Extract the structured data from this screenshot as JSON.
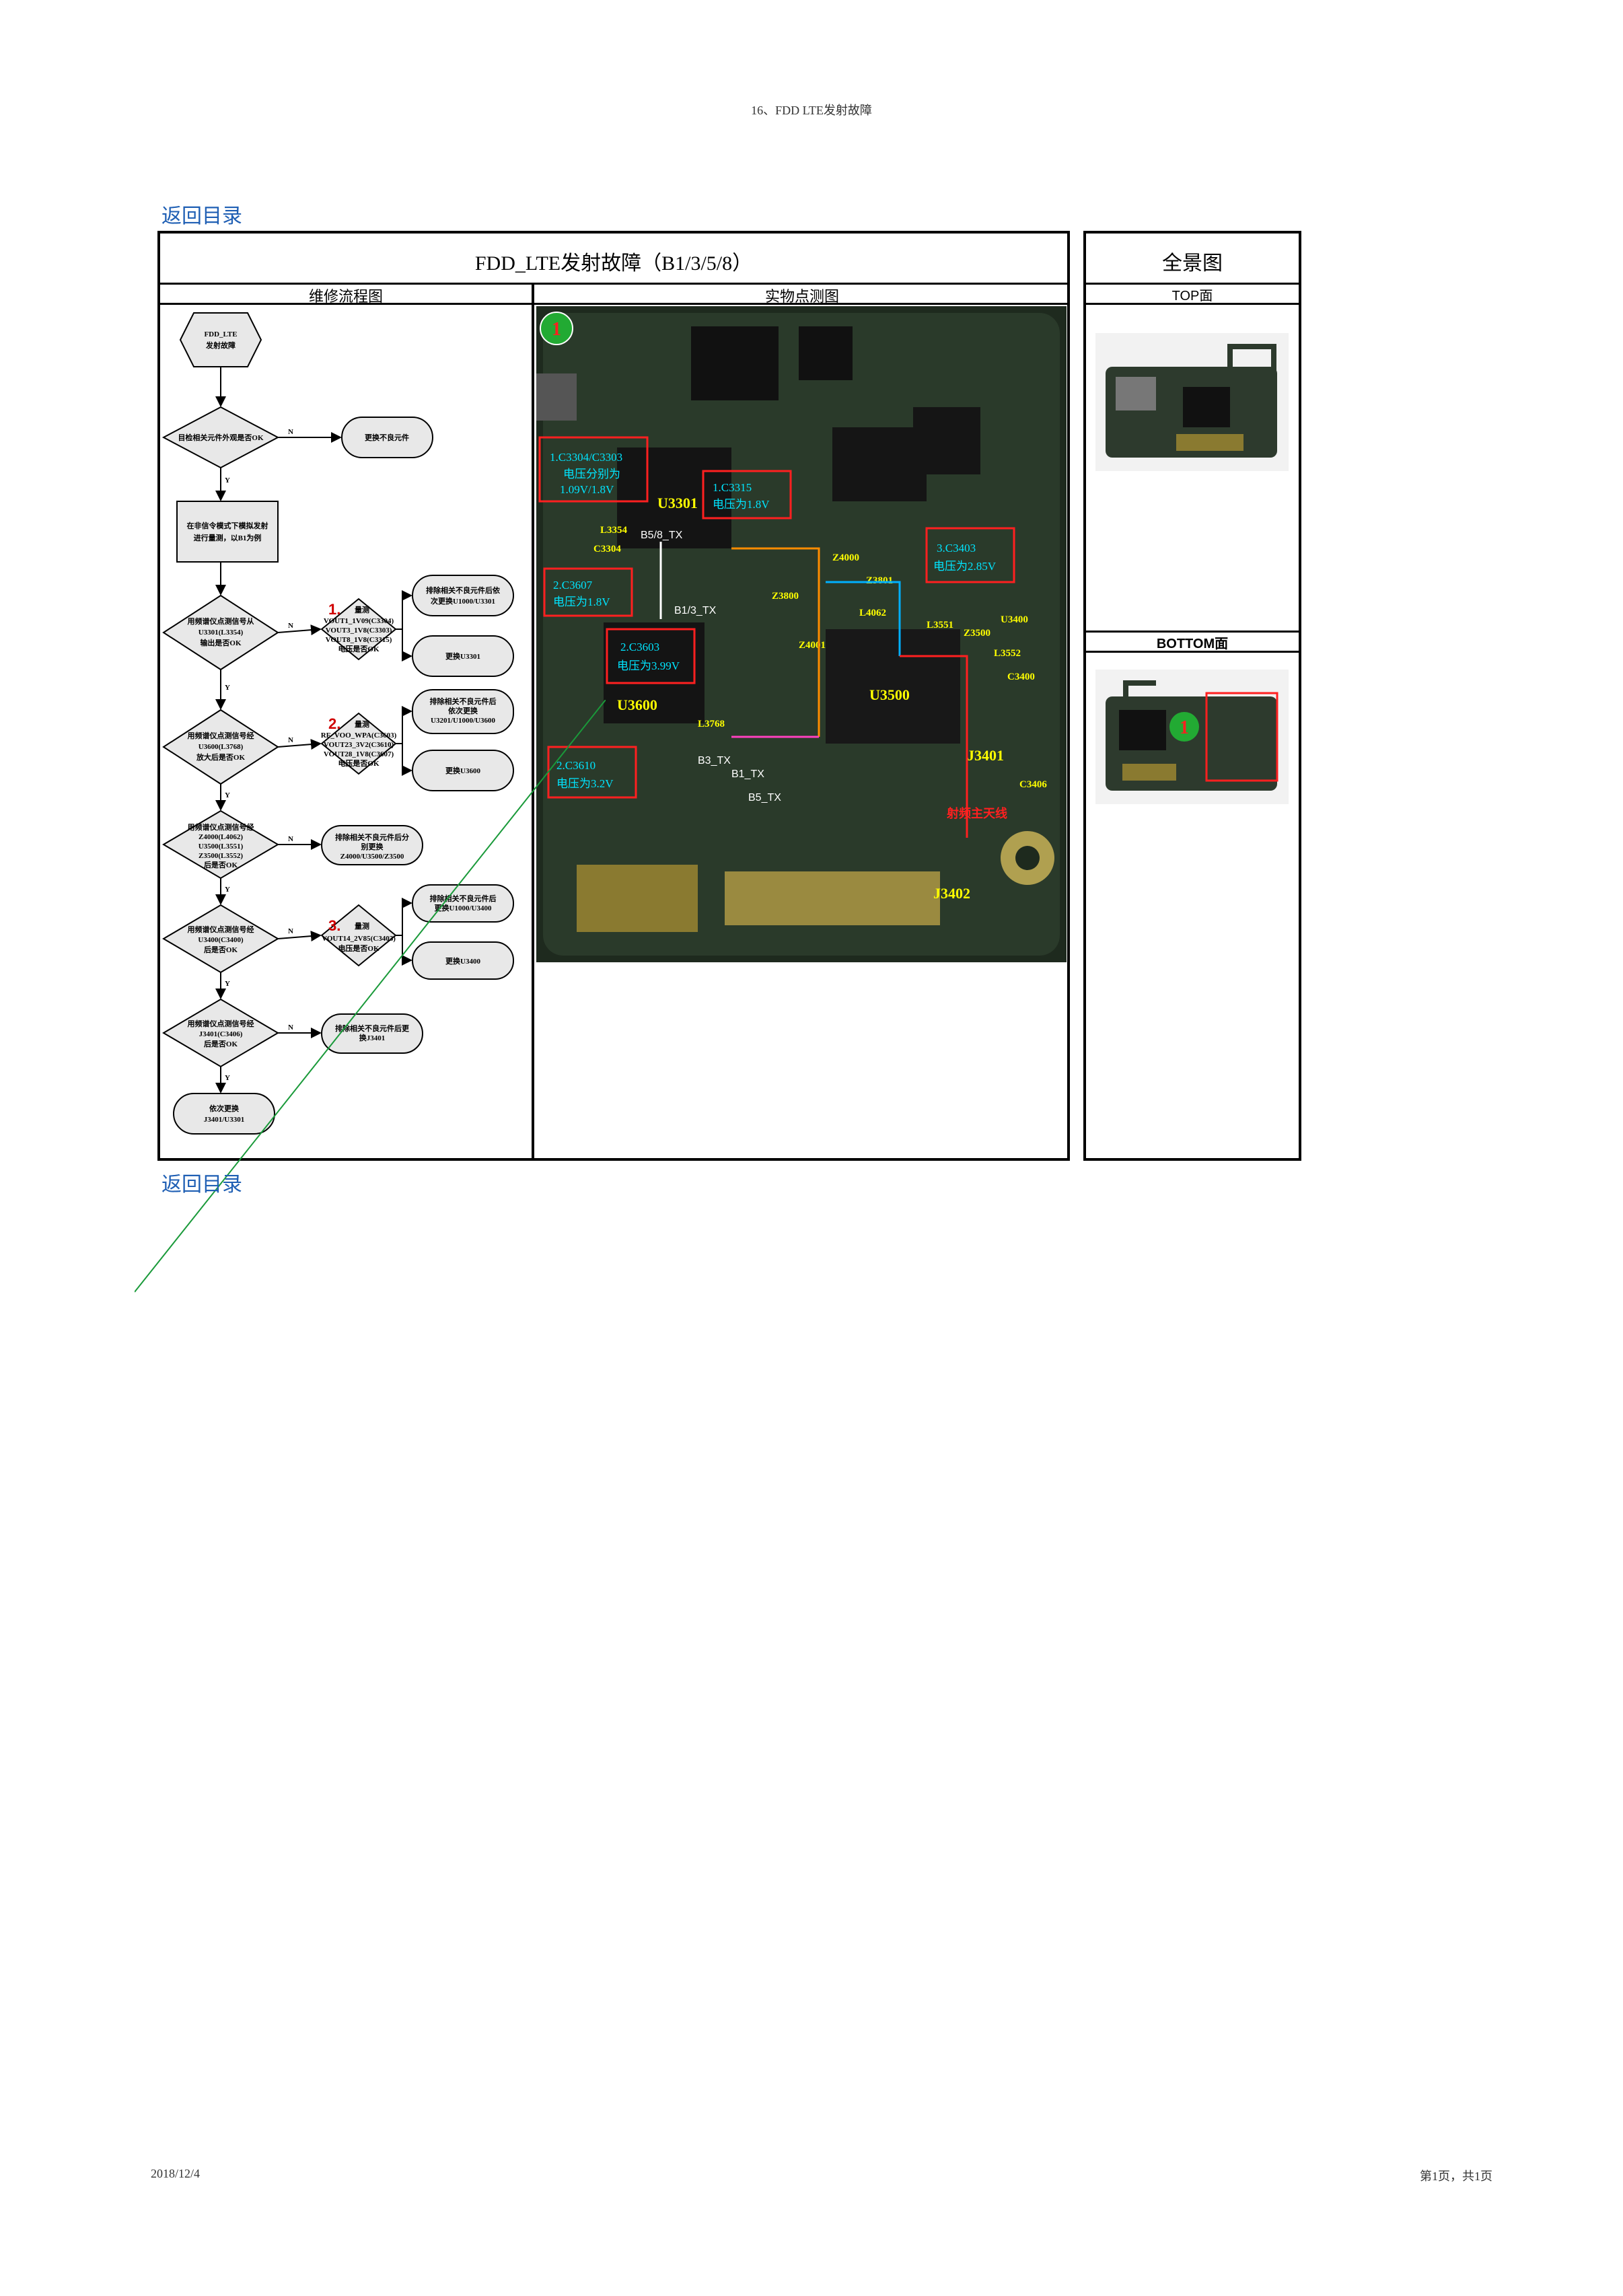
{
  "page_header": "16、FDD LTE发射故障",
  "back_link": "返回目录",
  "main_title": "FDD_LTE发射故障（B1/3/5/8）",
  "side_title": "全景图",
  "col_flow": "维修流程图",
  "col_photo": "实物点测图",
  "top_label": "TOP面",
  "bottom_label": "BOTTOM面",
  "footer_date": "2018/12/4",
  "footer_page": "第1页，共1页",
  "flow": {
    "start": [
      "FDD_LTE",
      "发射故障"
    ],
    "d1": "目检相关元件外观是否OK",
    "a1": "更换不良元件",
    "p1": [
      "在非信令模式下模拟发射",
      "进行量测，以B1为例"
    ],
    "d2": [
      "用频谱仪点测信号从",
      "U3301(L3354)",
      "输出是否OK"
    ],
    "n1": "1.",
    "m1": [
      "量测",
      "VOUT1_1V09(C3304)",
      "VOUT3_1V8(C3303)",
      "VOUT8_1V8(C3315)",
      "电压是否OK"
    ],
    "a2a": [
      "排除相关不良元件后依",
      "次更换U1000/U3301"
    ],
    "a2b": "更换U3301",
    "d3": [
      "用频谱仪点测信号经",
      "U3600(L3768)",
      "放大后是否OK"
    ],
    "n2": "2.",
    "m2": [
      "量测",
      "RF_VOO_WPA(C3603)",
      "VOUT23_3V2(C3610)",
      "VOUT28_1V8(C3607)",
      "电压是否OK"
    ],
    "a3a": [
      "排除相关不良元件后",
      "依次更换",
      "U3201/U1000/U3600"
    ],
    "a3b": "更换U3600",
    "d4": [
      "用频谱仪点测信号经",
      "Z4000(L4062)",
      "U3500(L3551)",
      "Z3500(L3552)",
      "后是否OK"
    ],
    "a4": [
      "排除相关不良元件后分",
      "别更换",
      "Z4000/U3500/Z3500"
    ],
    "d5": [
      "用频谱仪点测信号经",
      "U3400(C3400)",
      "后是否OK"
    ],
    "n3": "3.",
    "m3": [
      "量测",
      "VOUT14_2V85(C3403)",
      "电压是否OK"
    ],
    "a5a": [
      "排除相关不良元件后",
      "更换U1000/U3400"
    ],
    "a5b": "更换U3400",
    "d6": [
      "用频谱仪点测信号经",
      "J3401(C3406)",
      "后是否OK"
    ],
    "a6": [
      "排除相关不良元件后更",
      "换J3401"
    ],
    "end": [
      "依次更换",
      "J3401/U3301"
    ],
    "yes": "Y",
    "no": "N"
  },
  "pcb": {
    "badge": "1",
    "chips": [
      "U3301",
      "U3600",
      "U3500",
      "J3401",
      "J3402"
    ],
    "parts": [
      "Z3800",
      "Z4000",
      "Z3801",
      "Z4001",
      "L4062",
      "U3400",
      "Z3500",
      "L3551",
      "L3552",
      "C3400",
      "C3406",
      "C3304",
      "L3354",
      "L3768"
    ],
    "box1": [
      "1.C3304/C3303",
      "电压分别为",
      "1.09V/1.8V"
    ],
    "box2": [
      "1.C3315",
      "电压为1.8V"
    ],
    "box3": [
      "2.C3607",
      "电压为1.8V"
    ],
    "box4": [
      "2.C3603",
      "电压为3.99V"
    ],
    "box5": [
      "2.C3610",
      "电压为3.2V"
    ],
    "box6": [
      "3.C3403",
      "电压为2.85V"
    ],
    "tx1": "B5/8_TX",
    "tx2": "B1/3_TX",
    "tx3": "B3_TX",
    "tx4": "B1_TX",
    "tx5": "B5_TX",
    "ant": "射频主天线"
  },
  "mini_badge": "1"
}
